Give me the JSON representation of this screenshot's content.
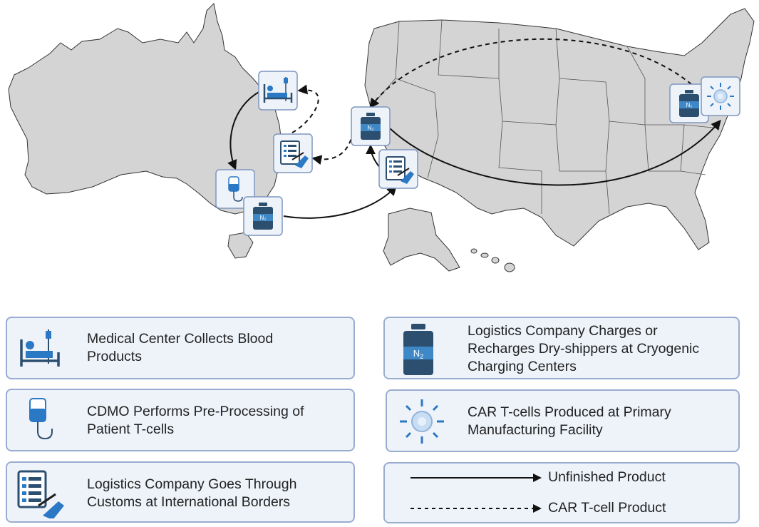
{
  "legend": {
    "medical_center": "Medical Center Collects Blood Products",
    "cdmo": "CDMO Performs Pre-Processing of Patient T-cells",
    "customs": "Logistics Company Goes Through Customs at International Borders",
    "dry_shipper": "Logistics Company Charges or Recharges Dry-shippers at Cryogenic Charging Centers",
    "car_t": "CAR T-cells Produced at Primary Manufacturing Facility",
    "unfinished": "Unfinished Product",
    "car_t_product": "CAR T-cell Product"
  },
  "icon_names": [
    "hospital-bed-icon",
    "iv-bag-icon",
    "checklist-pen-icon",
    "nitrogen-tank-icon",
    "t-cell-icon"
  ],
  "n2_label": "N",
  "n2_sub": "2",
  "colors": {
    "icon_blue": "#2b78c4",
    "tank_dark": "#2c4f70",
    "box_fill": "#eef3fa",
    "box_border": "#9aaccf",
    "map_fill": "#d4d4d4"
  }
}
